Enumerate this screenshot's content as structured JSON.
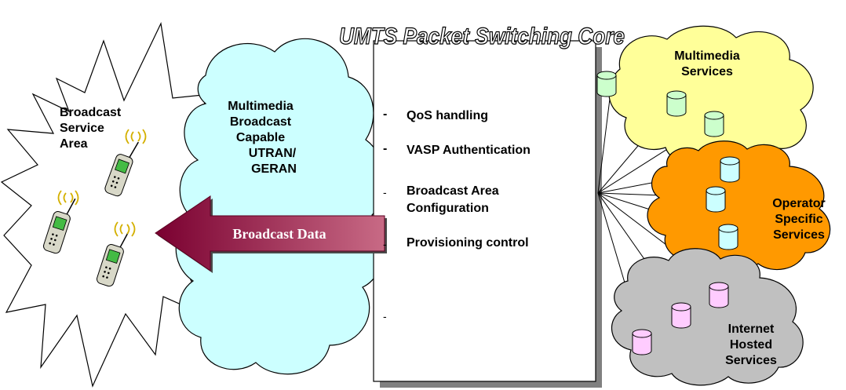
{
  "title": "UMTS Packet Switching Core",
  "broadcast_area": {
    "lines": [
      "Broadcast",
      "Service",
      "Area"
    ]
  },
  "ran_cloud": {
    "lines": [
      "Multimedia",
      "Broadcast",
      "Capable",
      "UTRAN/",
      "GERAN"
    ]
  },
  "arrow": {
    "label": "Broadcast Data"
  },
  "core_box": {
    "items": [
      {
        "bullet": "-",
        "text": "QoS handling"
      },
      {
        "bullet": "-",
        "text": "VASP Authentication"
      },
      {
        "bullet": "-",
        "text": "Broadcast Area",
        "text2": "Configuration"
      },
      {
        "bullet": "-",
        "text": "Provisioning control"
      },
      {
        "bullet": "-",
        "text": ""
      }
    ]
  },
  "clouds": {
    "multimedia": {
      "lines": [
        "Multimedia",
        "Services"
      ],
      "color": "#FFFF99"
    },
    "operator": {
      "lines": [
        "Operator",
        "Specific",
        "Services"
      ],
      "color": "#FF9900"
    },
    "internet": {
      "lines": [
        "Internet",
        "Hosted",
        "Services"
      ],
      "color": "#C0C0C0"
    }
  },
  "colors": {
    "ran_cloud": "#CCFFFF",
    "db_cyan": "#CCFFFF",
    "db_green": "#CCFFCC",
    "db_pink": "#FFCCFF",
    "arrow_dark": "#800033",
    "arrow_light": "#C05070"
  }
}
